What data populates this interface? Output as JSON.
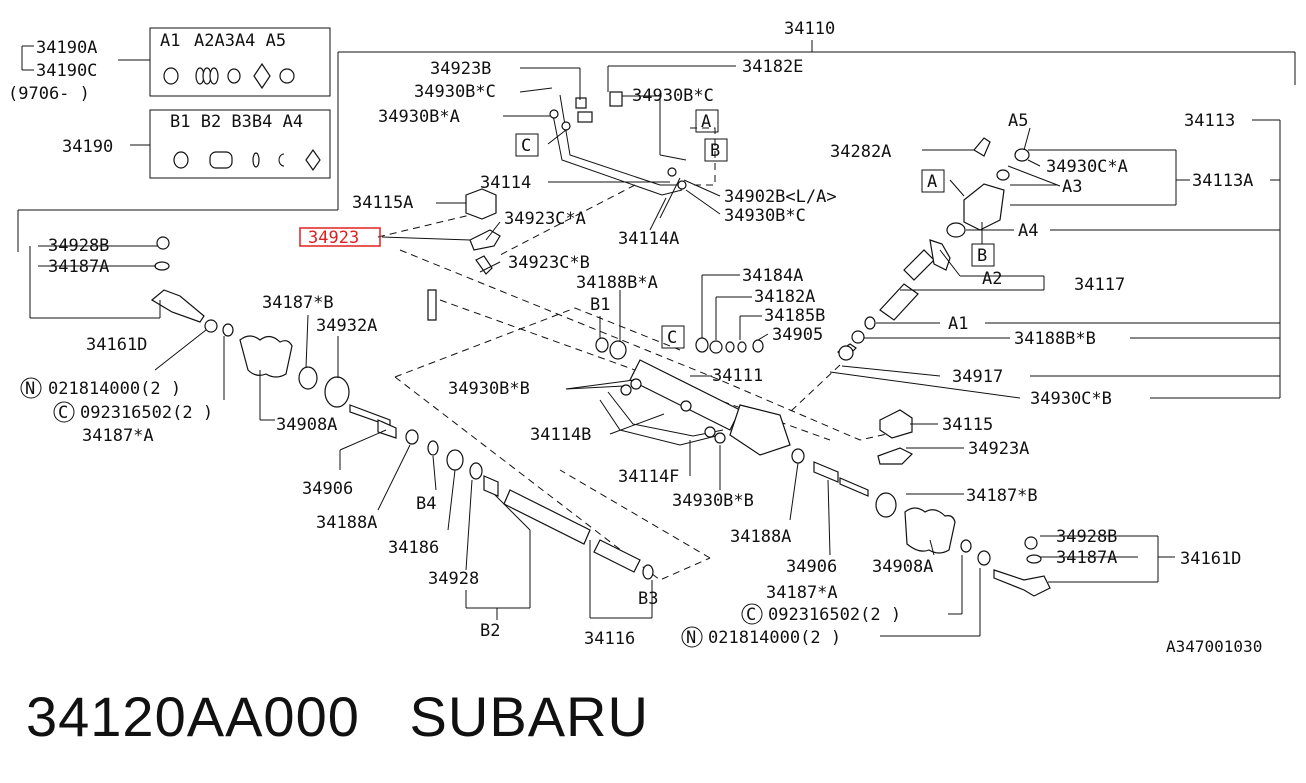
{
  "footer": {
    "part_number": "34120AA000",
    "brand": "SUBARU"
  },
  "diagram": {
    "code": "A347001030",
    "highlight_label": "34923",
    "labels": {
      "l34110": "34110",
      "l34190A": "34190A",
      "l34190C": "34190C",
      "l9706": "(9706-    )",
      "l34190": "34190",
      "lA1": "A1",
      "lA2A3A4A5": "A2A3A4 A5",
      "lB1B2B3B4A4": "B1 B2 B3B4 A4",
      "l34923B": "34923B",
      "l34182E": "34182E",
      "l34930BC_1": "34930B*C",
      "l34930BC_2": "34930B*C",
      "l34930BA": "34930B*A",
      "l34114": "34114",
      "l34902B": "34902B<L/A>",
      "l34930BC_3": "34930B*C",
      "l34114A": "34114A",
      "l34115A": "34115A",
      "l34923CA": "34923C*A",
      "l34923CB": "34923C*B",
      "l34928B_L": "34928B",
      "l34187A_L": "34187A",
      "l34161D_L": "34161D",
      "l34187B_L": "34187*B",
      "l34932A": "34932A",
      "lN1": "021814000(2  )",
      "lC1": "092316502(2  )",
      "l34187sA_L": "34187*A",
      "l34908A_L": "34908A",
      "l34906_L": "34906",
      "l34188A_L": "34188A",
      "lB4": "B4",
      "l34186": "34186",
      "l34928": "34928",
      "lB2": "B2",
      "l34116": "34116",
      "lB3": "B3",
      "l34188BA": "34188B*A",
      "lB1": "B1",
      "l34184A": "34184A",
      "l34182A": "34182A",
      "l34185B": "34185B",
      "l34905": "34905",
      "l34930BB_1": "34930B*B",
      "l34111": "34111",
      "l34114B": "34114B",
      "l34114F": "34114F",
      "l34930BB_2": "34930B*B",
      "l34188A_R": "34188A",
      "l34906_R": "34906",
      "l34187sA_R": "34187*A",
      "lC2": "092316502(2  )",
      "lN2": "021814000(2  )",
      "l34908A_R": "34908A",
      "l34187B_R": "34187*B",
      "l34928B_R": "34928B",
      "l34187A_R": "34187A",
      "l34161D_R": "34161D",
      "l34115": "34115",
      "l34923A": "34923A",
      "l34917": "34917",
      "l34930CB": "34930C*B",
      "l34188BB": "34188B*B",
      "lA1_R": "A1",
      "l34117": "34117",
      "lA2_R": "A2",
      "lA4_R": "A4",
      "lA3_R": "A3",
      "l34930CA": "34930C*A",
      "lA5_R": "A5",
      "l34113A": "34113A",
      "l34113": "34113",
      "l34282A": "34282A",
      "boxA1": "A",
      "boxB1": "B",
      "boxC1": "C",
      "boxA2": "A",
      "boxB2": "B",
      "boxC2": "C",
      "circN": "N",
      "circC": "C"
    }
  }
}
